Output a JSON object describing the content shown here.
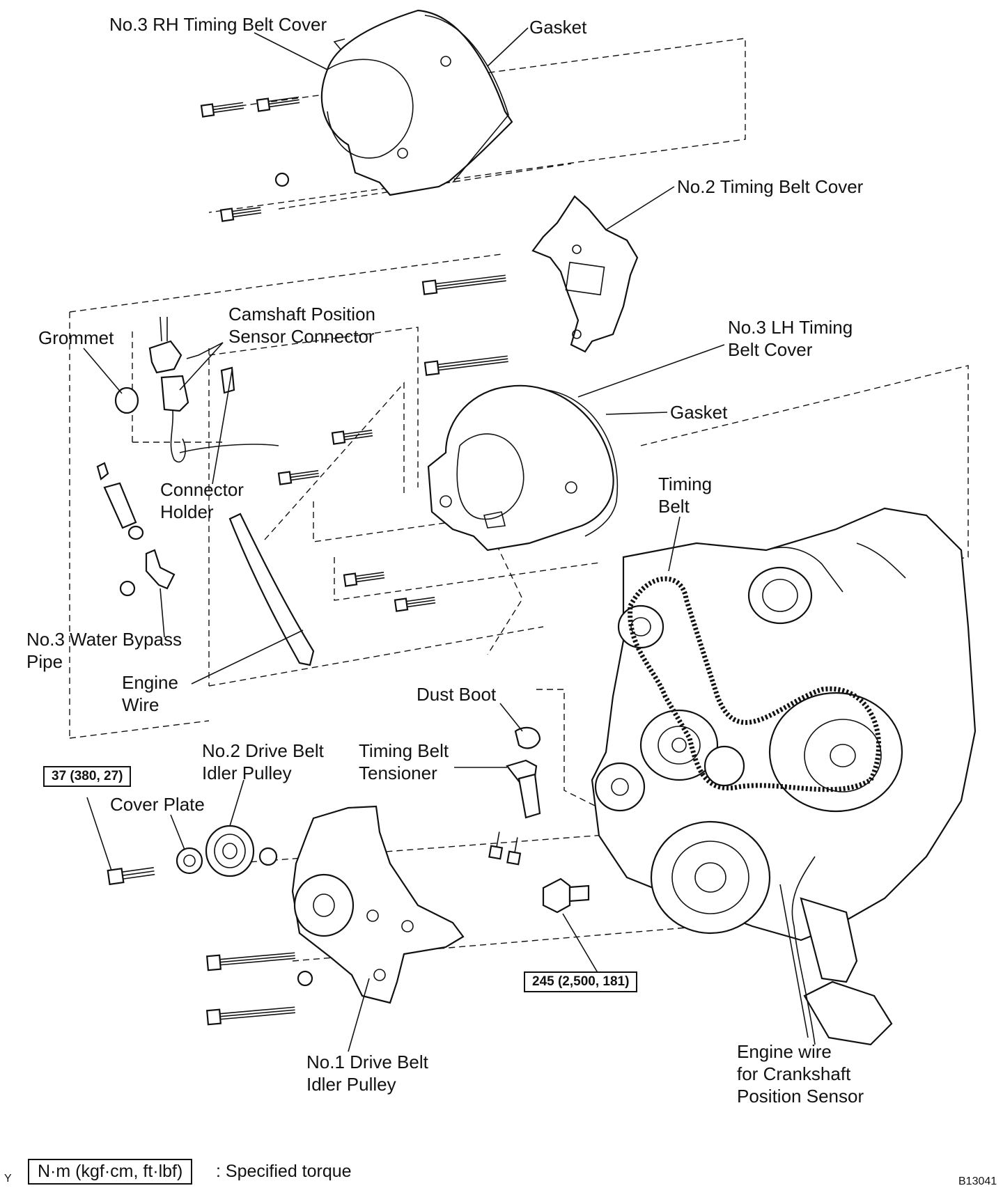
{
  "figure_id": "B13041",
  "corner_mark": "Y",
  "labels": {
    "rh_cover": "No.3 RH Timing Belt Cover",
    "gasket_top": "Gasket",
    "no2_cover": "No.2 Timing Belt Cover",
    "cam_sensor_1": "Camshaft Position",
    "cam_sensor_2": "Sensor Connector",
    "grommet": "Grommet",
    "lh_cover_1": "No.3 LH Timing",
    "lh_cover_2": "Belt Cover",
    "gasket_mid": "Gasket",
    "connector_holder_1": "Connector",
    "connector_holder_2": "Holder",
    "timing_belt_1": "Timing",
    "timing_belt_2": "Belt",
    "water_bypass_1": "No.3 Water Bypass",
    "water_bypass_2": "Pipe",
    "engine_wire_1": "Engine",
    "engine_wire_2": "Wire",
    "dust_boot": "Dust Boot",
    "tensioner_1": "Timing Belt",
    "tensioner_2": "Tensioner",
    "no2_idler_1": "No.2 Drive Belt",
    "no2_idler_2": "Idler Pulley",
    "cover_plate": "Cover Plate",
    "no1_idler_1": "No.1 Drive Belt",
    "no1_idler_2": "Idler Pulley",
    "crank_wire_1": "Engine wire",
    "crank_wire_2": "for Crankshaft",
    "crank_wire_3": "Position Sensor"
  },
  "torques": {
    "idler_bolt": "37 (380, 27)",
    "crank_bolt": "245 (2,500, 181)"
  },
  "legend": {
    "unit": "N·m (kgf·cm, ft·lbf)",
    "text": ": Specified torque"
  }
}
